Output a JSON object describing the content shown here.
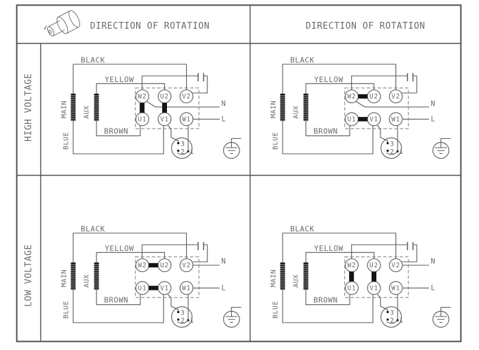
{
  "header": {
    "left": {
      "icon": "motor-shaft-rotation-icon",
      "label": "DIRECTION OF ROTATION"
    },
    "right": {
      "label": "DIRECTION OF ROTATION"
    }
  },
  "row_labels": [
    "HIGH VOLTAGE",
    "LOW VOLTAGE"
  ],
  "labels": {
    "black": "BLACK",
    "yellow": "YELLOW",
    "brown": "BROWN",
    "blue": "BLUE",
    "main": "MAIN",
    "aux": "AUX",
    "terminals_top": [
      "W2",
      "U2",
      "V2"
    ],
    "terminals_bottom": [
      "U1",
      "V1",
      "W1"
    ],
    "neutral": "N",
    "line": "L",
    "protector_pins": [
      "3",
      "2",
      "1"
    ]
  },
  "quadrants": [
    {
      "id": "high-voltage-left",
      "row_label": "HIGH VOLTAGE",
      "link_orientation": "vertical",
      "links": [
        [
          "W2",
          "U1"
        ],
        [
          "U2",
          "V1"
        ]
      ],
      "neutral_from": "W2"
    },
    {
      "id": "high-voltage-right",
      "row_label": "HIGH VOLTAGE",
      "link_orientation": "horizontal",
      "links": [
        [
          "W2",
          "U2"
        ],
        [
          "U1",
          "V1"
        ]
      ],
      "neutral_from": "W2"
    },
    {
      "id": "low-voltage-left",
      "row_label": "LOW VOLTAGE",
      "link_orientation": "horizontal",
      "links": [
        [
          "W2",
          "U2"
        ],
        [
          "U1",
          "V1"
        ]
      ],
      "neutral_from": "V2"
    },
    {
      "id": "low-voltage-right",
      "row_label": "LOW VOLTAGE",
      "link_orientation": "vertical",
      "links": [
        [
          "W2",
          "U1"
        ],
        [
          "U2",
          "V1"
        ]
      ],
      "neutral_from": "V2"
    }
  ],
  "colors": {
    "grid": "#4f4f4f",
    "line": "#5a5a5a",
    "text": "#6b6b6b",
    "dashed": "#7a7a7a",
    "fill_dark": "#141414",
    "background": "#ffffff"
  }
}
